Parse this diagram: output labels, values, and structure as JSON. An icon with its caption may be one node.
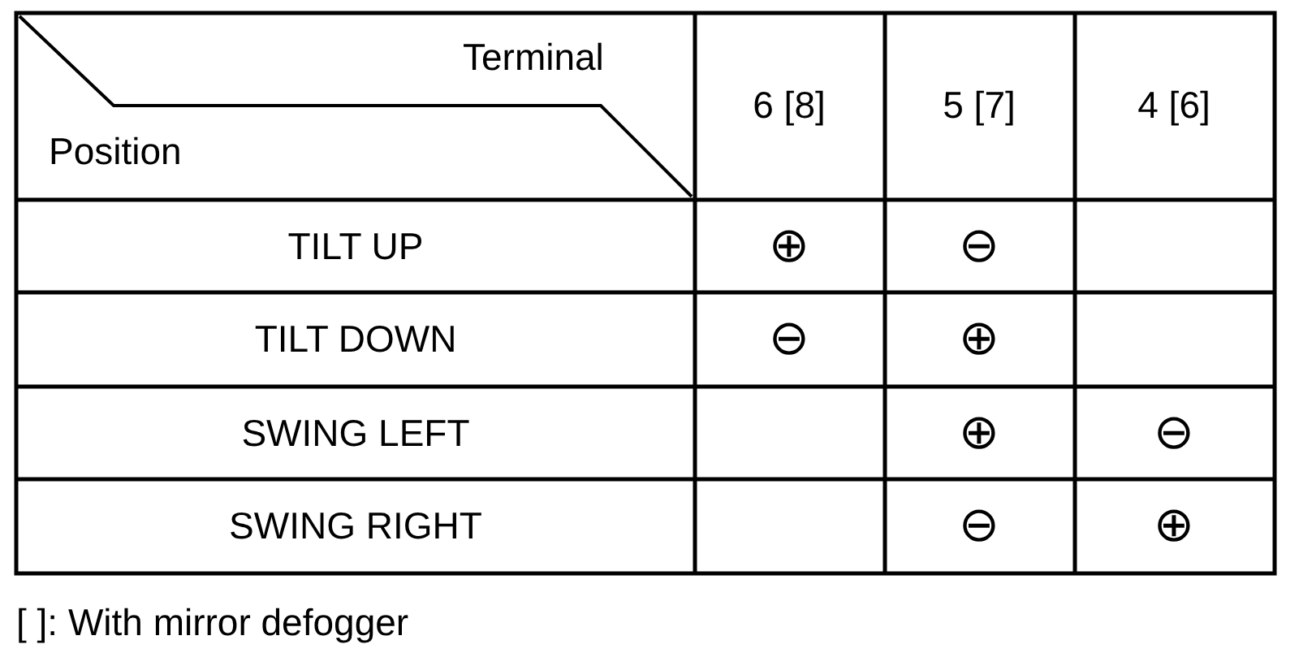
{
  "diagram": {
    "caption": "[ ]: With mirror defogger",
    "labels": [
      "Terminal",
      "Position",
      "6 [8]",
      "5 [7]",
      "4 [6]",
      "TILT UP",
      "⊕",
      "⊖",
      "TILT DOWN",
      "⊖",
      "⊕",
      "SWING LEFT",
      "⊕",
      "⊖",
      "SWING RIGHT",
      "⊖",
      "⊕"
    ]
  }
}
